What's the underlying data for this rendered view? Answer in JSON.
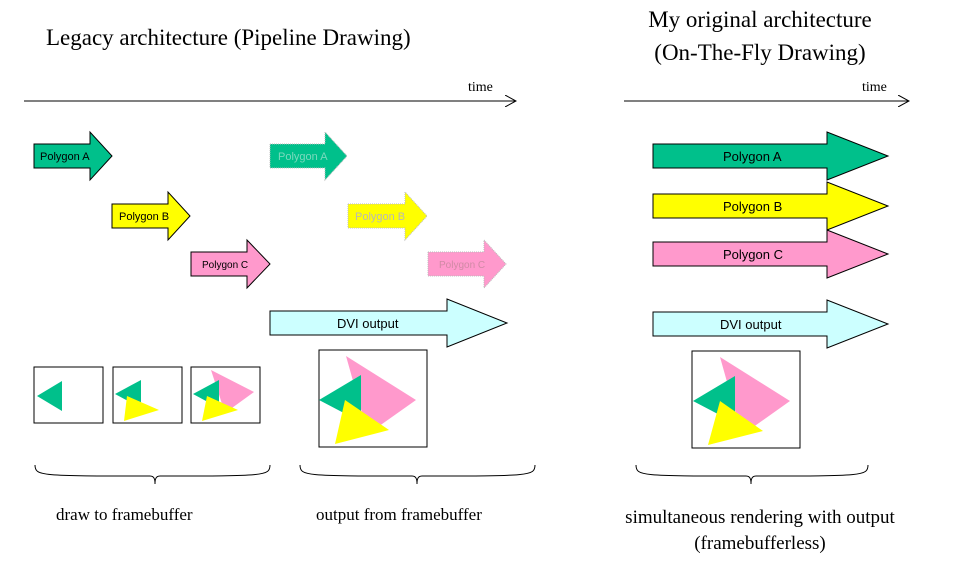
{
  "legacy": {
    "title": "Legacy architecture (Pipeline Drawing)",
    "time_label": "time",
    "arrows": [
      {
        "label": "Polygon A",
        "fill": "#00c08b"
      },
      {
        "label": "Polygon B",
        "fill": "#ffff00"
      },
      {
        "label": "Polygon C",
        "fill": "#ff99cc"
      }
    ],
    "faded_arrows": [
      {
        "label": "Polygon A",
        "fill": "#00c08b",
        "text_color": "#7ad9bd"
      },
      {
        "label": "Polygon B",
        "fill": "#ffff00",
        "text_color": "#b8b8b8"
      },
      {
        "label": "Polygon C",
        "fill": "#ff99cc",
        "text_color": "#d08aa5"
      }
    ],
    "dvi_label": "DVI output",
    "dvi_fill": "#ccffff",
    "caption_draw": "draw to framebuffer",
    "caption_output": "output from framebuffer"
  },
  "original": {
    "title_line1": "My original architecture",
    "title_line2": "(On-The-Fly Drawing)",
    "time_label": "time",
    "arrows": [
      {
        "label": "Polygon A",
        "fill": "#00c08b"
      },
      {
        "label": "Polygon B",
        "fill": "#ffff00"
      },
      {
        "label": "Polygon C",
        "fill": "#ff99cc"
      }
    ],
    "dvi_label": "DVI output",
    "dvi_fill": "#ccffff",
    "caption_line1": "simultaneous rendering with output",
    "caption_line2": "(framebufferless)"
  },
  "colors": {
    "teal": "#00c08b",
    "yellow": "#ffff00",
    "pink": "#ff99cc",
    "cyan": "#ccffff"
  }
}
